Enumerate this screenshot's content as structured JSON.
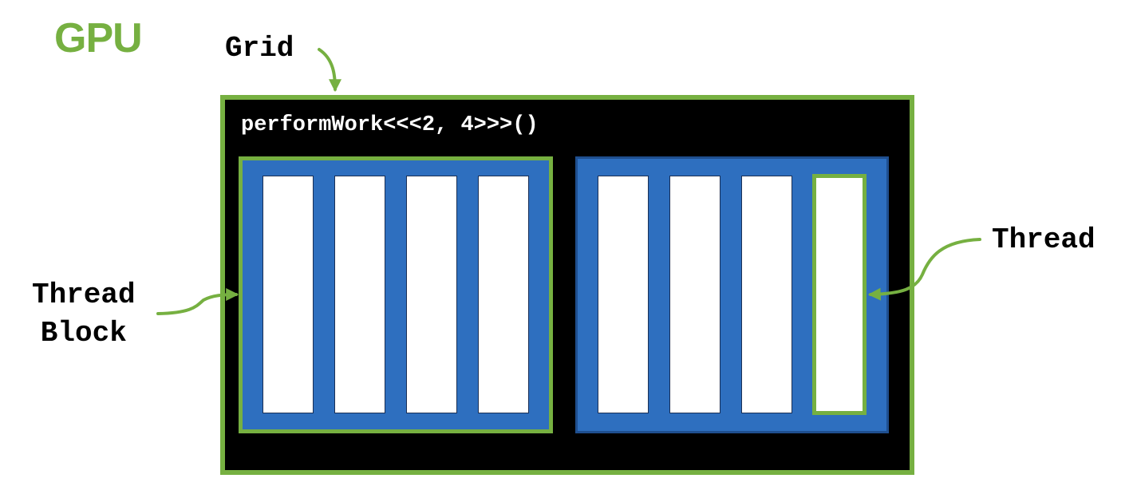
{
  "gpu_label": "GPU",
  "grid_label": "Grid",
  "kernel_call": "performWork<<<2, 4>>>()",
  "thread_block_label_line1": "Thread",
  "thread_block_label_line2": "Block",
  "thread_label": "Thread",
  "structure": {
    "blocks": 2,
    "threads_per_block": 4,
    "highlighted_block": 1,
    "highlighted_thread": {
      "block": 2,
      "thread": 4
    }
  },
  "colors": {
    "accent_green": "#76b041",
    "block_blue": "#2e6fbf",
    "grid_background": "#000000",
    "thread_fill": "#ffffff"
  }
}
